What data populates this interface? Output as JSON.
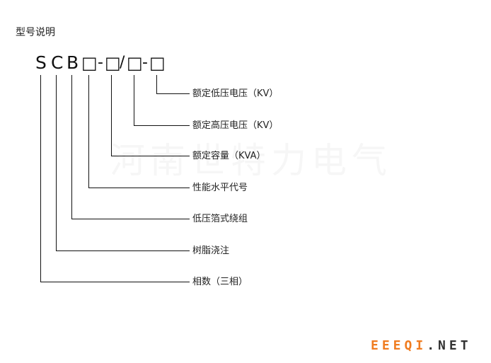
{
  "title": "型号说明",
  "code": {
    "s": "S",
    "c": "C",
    "b": "B",
    "slot1": "□",
    "dash1": "-",
    "slot2": "□",
    "slash": "/",
    "slot3": "□",
    "dash2": "-",
    "slot4": "□"
  },
  "labels": {
    "low_voltage": "额定低压电压（KV）",
    "high_voltage": "额定高压电压（KV）",
    "capacity": "额定容量（KVA）",
    "performance": "性能水平代号",
    "foil_winding": "低压箔式绕组",
    "resin_cast": "树脂浇注",
    "phase": "相数（三相）"
  },
  "watermark": "河南世特力电气",
  "brand": {
    "part1": "EEEQI",
    "part2": ".NET"
  },
  "colors": {
    "line": "#111111",
    "brand_orange": "#f07c20",
    "brand_dark": "#333333"
  }
}
